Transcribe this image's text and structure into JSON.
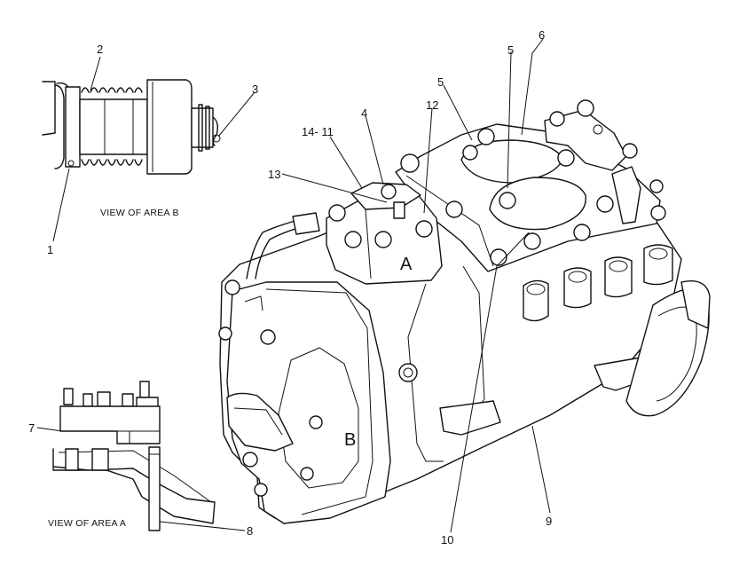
{
  "callouts": {
    "c1": "1",
    "c2": "2",
    "c3": "3",
    "c4": "4",
    "c5a": "5",
    "c5b": "5",
    "c6": "6",
    "c7": "7",
    "c8": "8",
    "c9": "9",
    "c10": "10",
    "c12": "12",
    "c13": "13",
    "c14_11": "14- 11"
  },
  "captions": {
    "area_b": "VIEW OF AREA B",
    "area_a": "VIEW OF AREA A"
  },
  "area_labels": {
    "a": "A",
    "b": "B"
  }
}
